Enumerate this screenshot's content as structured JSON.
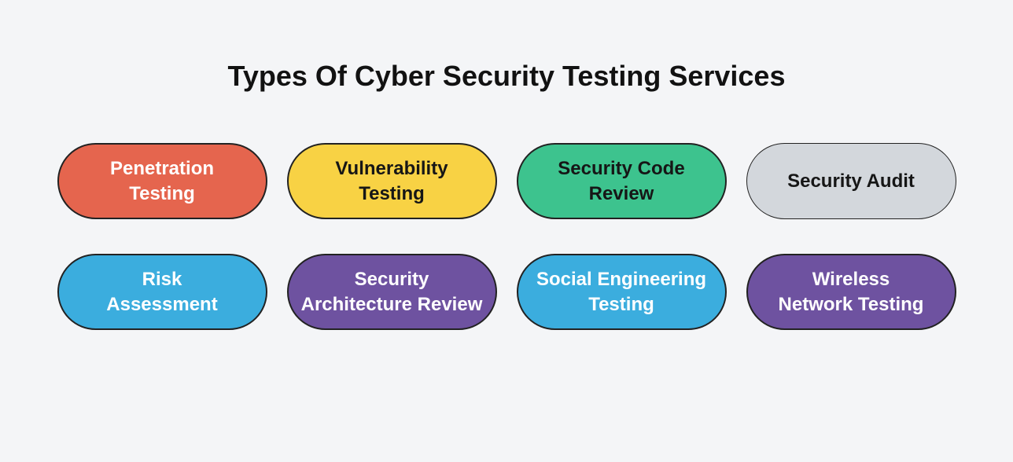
{
  "title": "Types Of Cyber Security Testing Services",
  "colors": {
    "background": "#f4f5f7",
    "card_border": "#222222"
  },
  "rows": [
    [
      {
        "id": "penetration-testing",
        "label": "Penetration\nTesting",
        "bg": "#e5654e",
        "text_color": "#ffffff",
        "border_px": 2
      },
      {
        "id": "vulnerability-testing",
        "label": "Vulnerability\nTesting",
        "bg": "#f8d244",
        "text_color": "#161616",
        "border_px": 2
      },
      {
        "id": "security-code-review",
        "label": "Security Code\nReview",
        "bg": "#3dc38e",
        "text_color": "#161616",
        "border_px": 2
      },
      {
        "id": "security-audit",
        "label": "Security Audit",
        "bg": "#d3d7dc",
        "text_color": "#161616",
        "border_px": 1.2
      }
    ],
    [
      {
        "id": "risk-assessment",
        "label": "Risk\nAssessment",
        "bg": "#3badde",
        "text_color": "#ffffff",
        "border_px": 2
      },
      {
        "id": "security-architecture-review",
        "label": "Security\nArchitecture Review",
        "bg": "#6e52a0",
        "text_color": "#ffffff",
        "border_px": 2
      },
      {
        "id": "social-engineering-testing",
        "label": "Social Engineering\nTesting",
        "bg": "#3badde",
        "text_color": "#ffffff",
        "border_px": 2
      },
      {
        "id": "wireless-network-testing",
        "label": "Wireless\nNetwork Testing",
        "bg": "#6e52a0",
        "text_color": "#ffffff",
        "border_px": 2
      }
    ]
  ]
}
